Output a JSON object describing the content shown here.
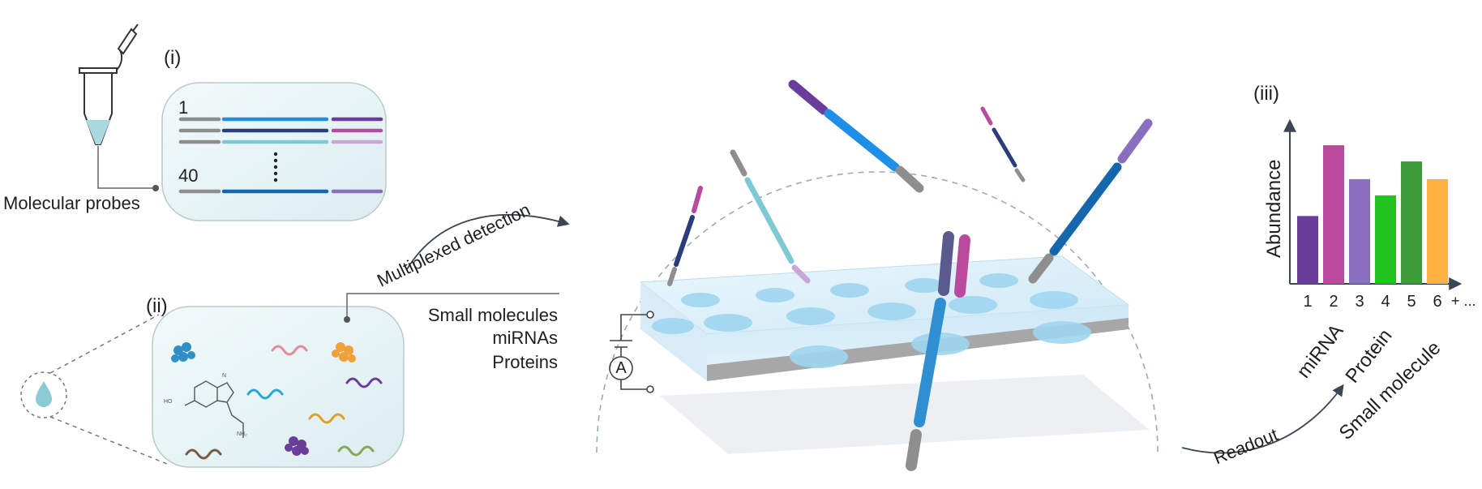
{
  "panel_i": {
    "label": "(i)",
    "probe_first": "1",
    "probe_last": "40",
    "caption": "Molecular probes"
  },
  "panel_ii": {
    "label": "(ii)",
    "analytes": [
      "Small molecules",
      "miRNAs",
      "Proteins"
    ],
    "nh2_label": "NH₂",
    "ho_label": "HO",
    "nh_label": "N"
  },
  "arrows": {
    "multiplexed": "Multiplexed detection",
    "readout": "Readout"
  },
  "circuit": {
    "ammeter": "A"
  },
  "panel_iii": {
    "label": "(iii)",
    "ylabel": "Abundance",
    "x_more": "+ ...",
    "groups": [
      "miRNA",
      "Protein",
      "Small molecule"
    ]
  },
  "chart_data": {
    "type": "bar",
    "categories": [
      "1",
      "2",
      "3",
      "4",
      "5",
      "6"
    ],
    "values": [
      0.46,
      0.94,
      0.71,
      0.6,
      0.83,
      0.71
    ],
    "colors": [
      "#6a3d9a",
      "#b94a9e",
      "#8a6fc0",
      "#21c31f",
      "#3d9b3a",
      "#ffb23f"
    ],
    "ylabel": "Abundance",
    "ylim": [
      0,
      1.1
    ]
  },
  "colors": {
    "probe_grey": "#8e8e8e",
    "blue": "#1e8fe6",
    "navy": "#2b3d7a",
    "cyan": "#7ec9d4",
    "purple": "#6a3d9a",
    "magenta": "#b94a9e"
  }
}
